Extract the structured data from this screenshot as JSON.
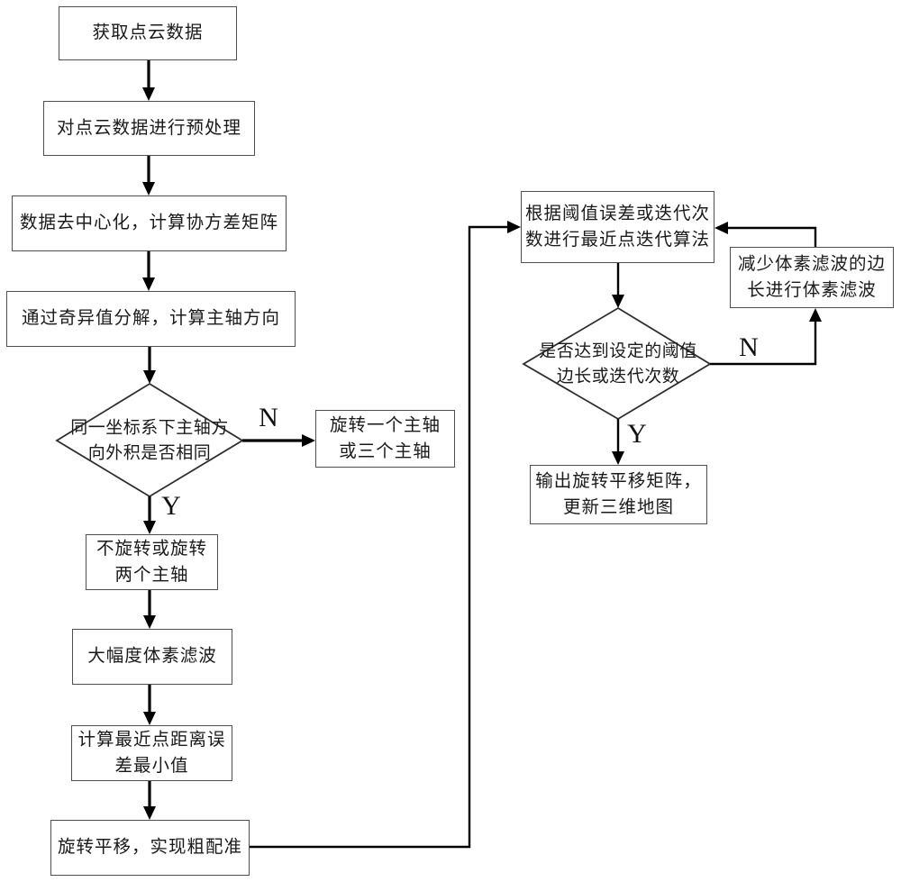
{
  "diagram": {
    "type": "flowchart",
    "language": "zh-CN",
    "colors": {
      "background": "#ffffff",
      "line": "#000000",
      "box_border": "#4f4f4f",
      "text": "#1a1a1a"
    },
    "nodes": {
      "get_data": {
        "shape": "rect",
        "label": "获取点云数据"
      },
      "preprocess": {
        "shape": "rect",
        "label": "对点云数据进行预处理"
      },
      "decenter": {
        "shape": "rect",
        "label": "数据去中心化，计算协方差矩阵"
      },
      "svd": {
        "shape": "rect",
        "label": "通过奇异值分解，计算主轴方向"
      },
      "axis_check": {
        "shape": "diamond",
        "label": "同一坐标系下主轴方\n向外积是否相同"
      },
      "rotate_one": {
        "shape": "rect",
        "label": "旋转一个主轴\n或三个主轴"
      },
      "rotate_two": {
        "shape": "rect",
        "label": "不旋转或旋转\n两个主轴"
      },
      "voxel_large": {
        "shape": "rect",
        "label": "大幅度体素滤波"
      },
      "min_error": {
        "shape": "rect",
        "label": "计算最近点距离误\n差最小值"
      },
      "coarse_reg": {
        "shape": "rect",
        "label": "旋转平移，实现粗配准"
      },
      "icp": {
        "shape": "rect",
        "label": "根据阈值误差或迭代次\n数进行最近点迭代算法"
      },
      "reduce_voxel": {
        "shape": "rect",
        "label": "减少体素滤波的边\n长进行体素滤波"
      },
      "threshold_check": {
        "shape": "diamond",
        "label": "是否达到设定的阈值\n边长或迭代次数"
      },
      "output_map": {
        "shape": "rect",
        "label": "输出旋转平移矩阵，\n更新三维地图"
      }
    },
    "branch_labels": {
      "axis_check_no": "N",
      "axis_check_yes": "Y",
      "threshold_check_no": "N",
      "threshold_check_yes": "Y"
    },
    "edges": [
      {
        "from": "get_data",
        "to": "preprocess",
        "label": ""
      },
      {
        "from": "preprocess",
        "to": "decenter",
        "label": ""
      },
      {
        "from": "decenter",
        "to": "svd",
        "label": ""
      },
      {
        "from": "svd",
        "to": "axis_check",
        "label": ""
      },
      {
        "from": "axis_check",
        "to": "rotate_one",
        "label": "N"
      },
      {
        "from": "axis_check",
        "to": "rotate_two",
        "label": "Y"
      },
      {
        "from": "rotate_two",
        "to": "voxel_large",
        "label": ""
      },
      {
        "from": "voxel_large",
        "to": "min_error",
        "label": ""
      },
      {
        "from": "min_error",
        "to": "coarse_reg",
        "label": ""
      },
      {
        "from": "coarse_reg",
        "to": "icp",
        "label": ""
      },
      {
        "from": "icp",
        "to": "threshold_check",
        "label": ""
      },
      {
        "from": "threshold_check",
        "to": "reduce_voxel",
        "label": "N"
      },
      {
        "from": "reduce_voxel",
        "to": "icp",
        "label": ""
      },
      {
        "from": "threshold_check",
        "to": "output_map",
        "label": "Y"
      }
    ]
  }
}
